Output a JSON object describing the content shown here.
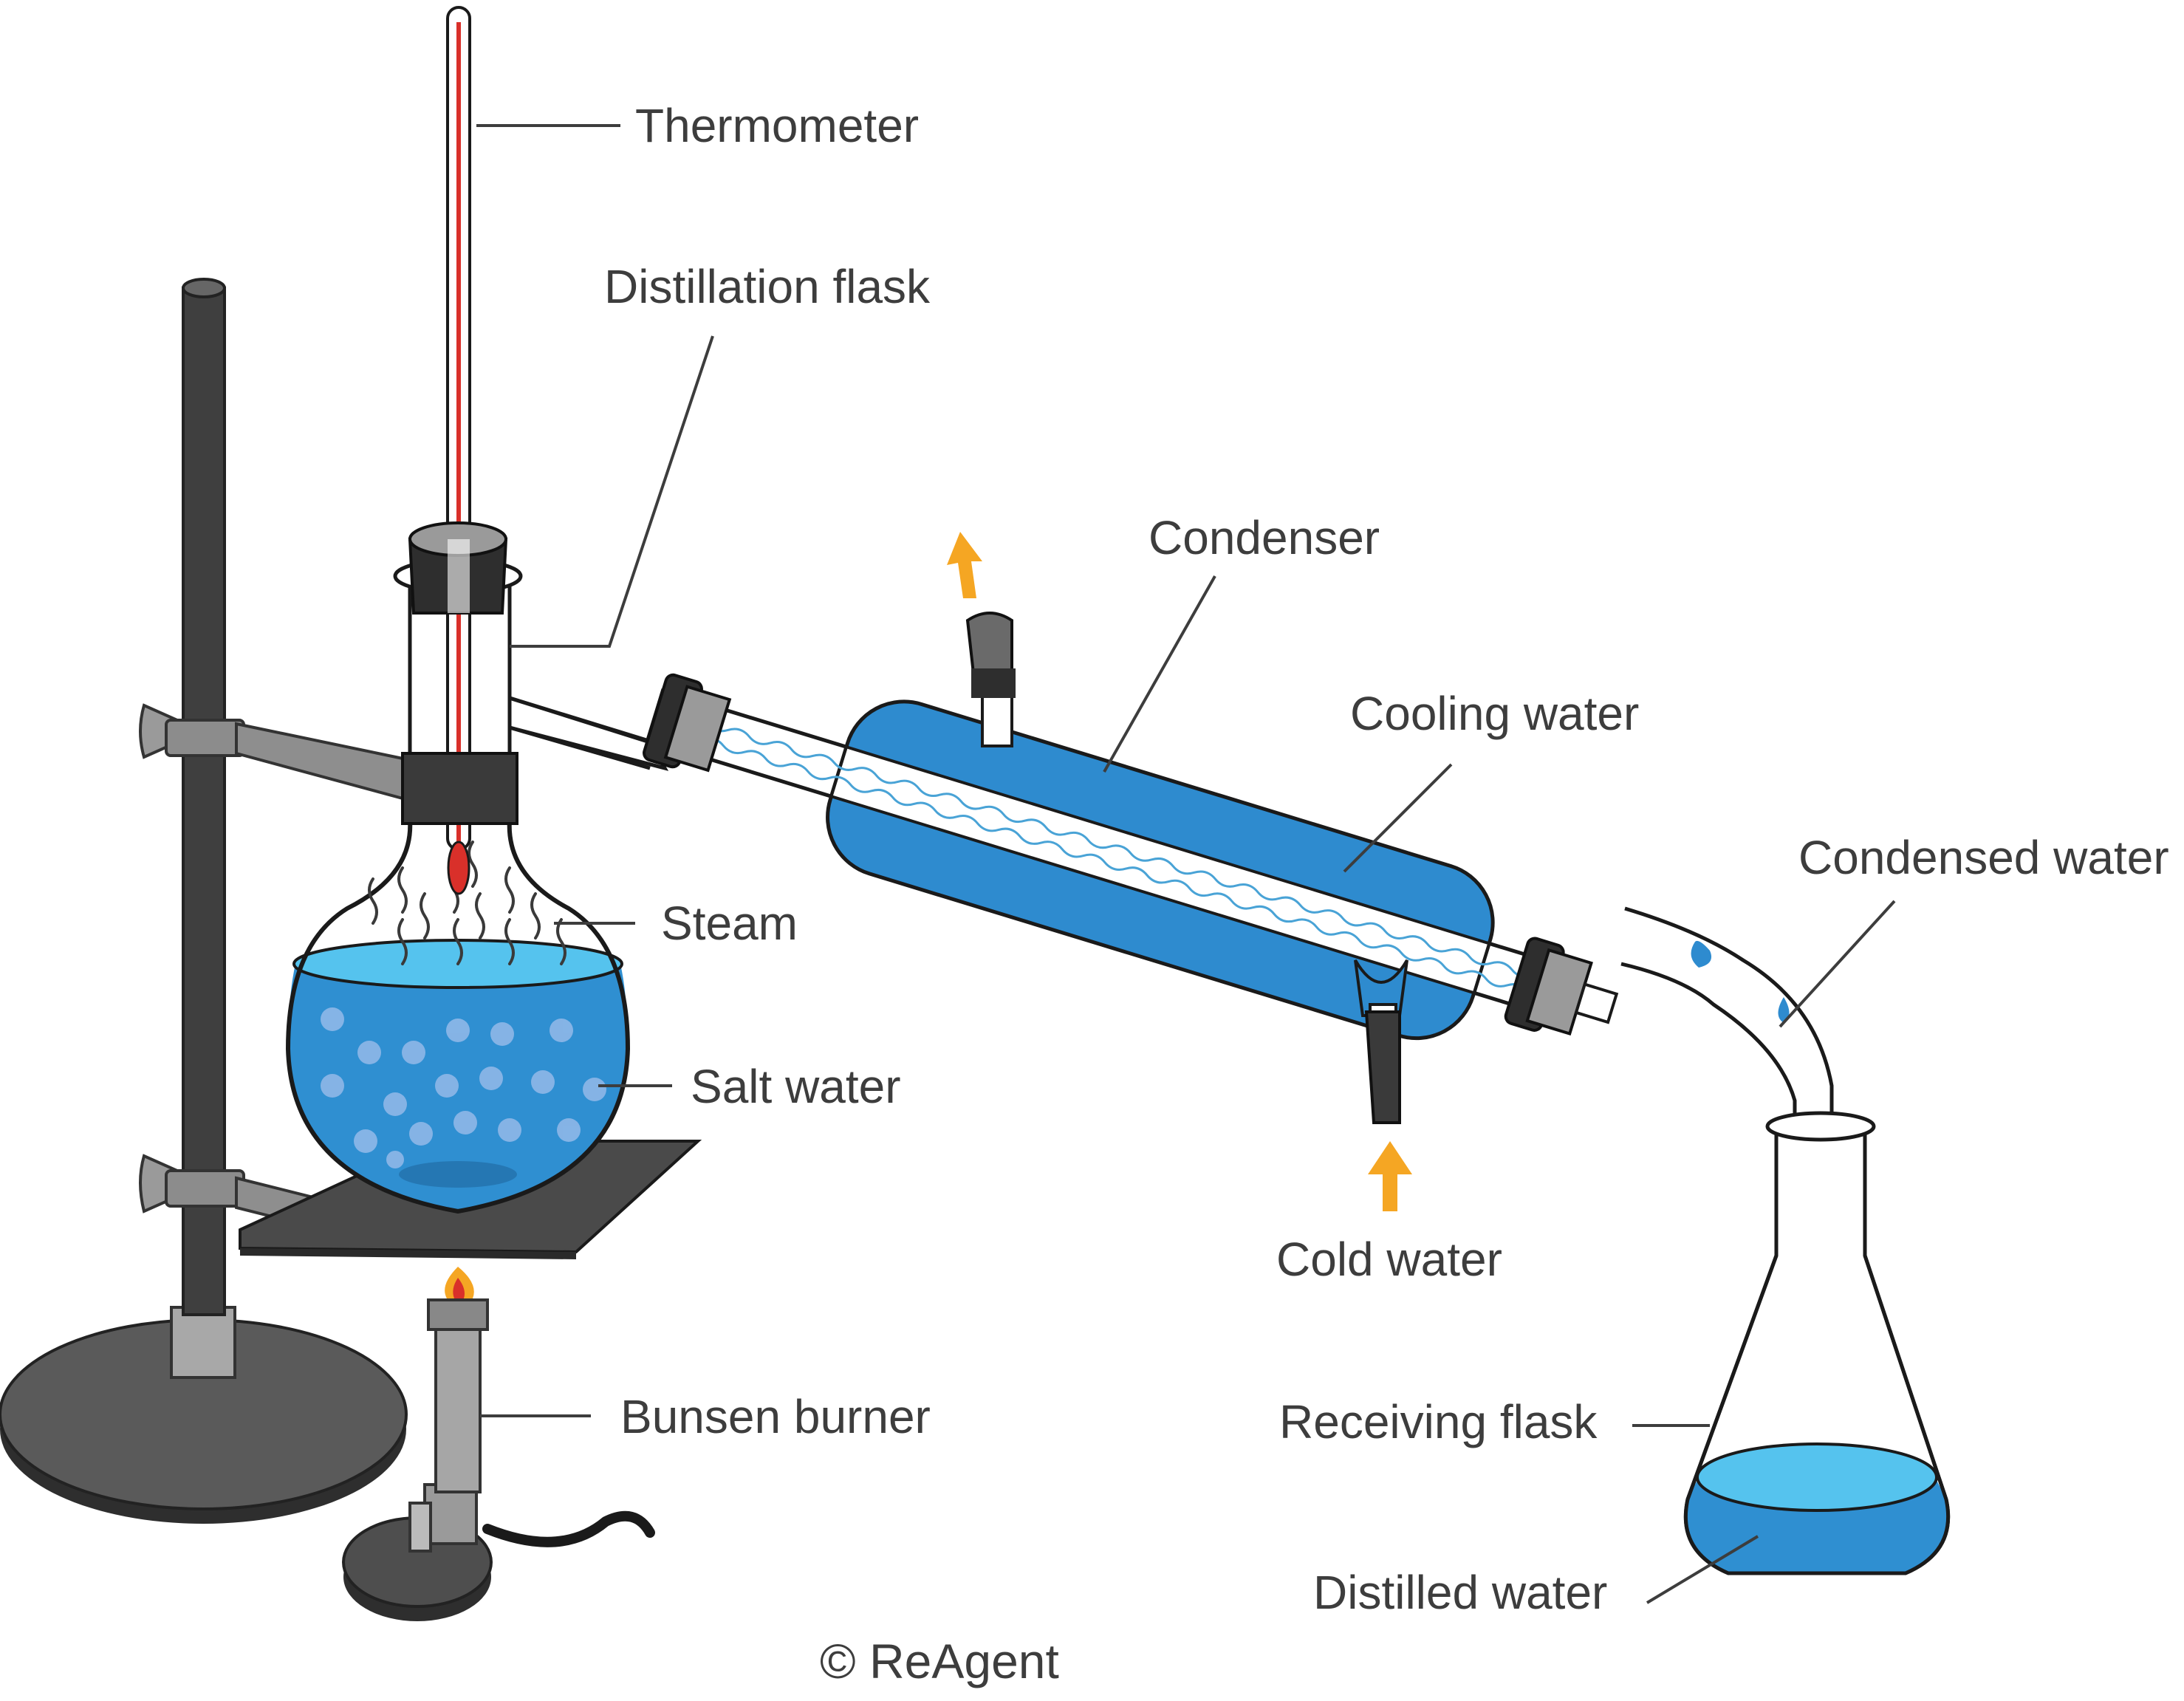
{
  "labels": {
    "thermometer": "Thermometer",
    "distillation_flask": "Distillation flask",
    "condenser": "Condenser",
    "cooling_water": "Cooling water",
    "condensed_water": "Condensed water",
    "steam": "Steam",
    "salt_water": "Salt water",
    "cold_water": "Cold water",
    "bunsen_burner": "Bunsen burner",
    "receiving_flask": "Receiving flask",
    "distilled_water": "Distilled water"
  },
  "credit": "© ReAgent",
  "colors": {
    "water_dark": "#2f8fd1",
    "water_light": "#55c3ee",
    "condenser_blue": "#2e8bcf",
    "stand_dark": "#4a4a4a",
    "arrow_orange": "#f5a623",
    "thermometer_red": "#d9302a"
  }
}
